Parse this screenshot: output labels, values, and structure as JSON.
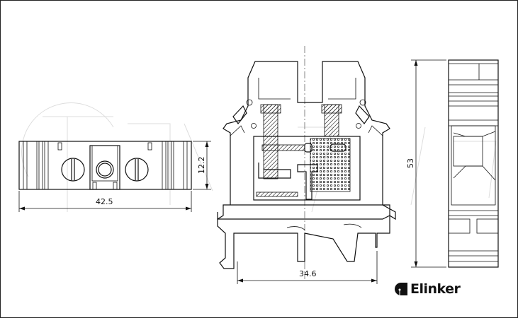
{
  "drawing": {
    "front_view": {
      "width_dim": "42.5",
      "height_dim": "12.2"
    },
    "side_view": {
      "rail_dim": "34.6"
    },
    "end_view": {
      "height_dim": "53"
    }
  },
  "brand": {
    "name": "Elinker"
  }
}
